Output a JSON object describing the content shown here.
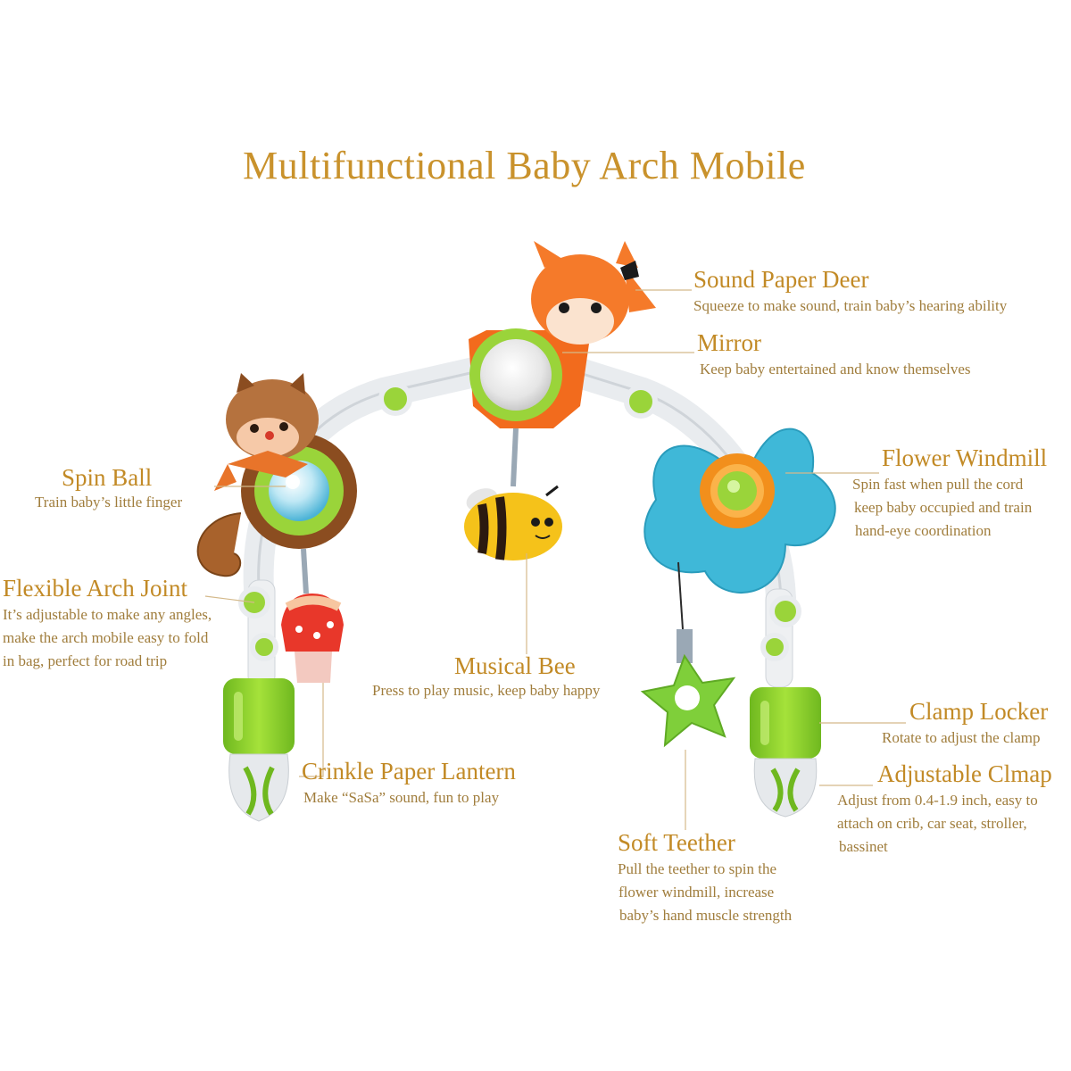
{
  "title": "Multifunctional Baby Arch Mobile",
  "features": {
    "sound_paper_deer": {
      "heading": "Sound Paper Deer",
      "desc": [
        "Squeeze to make sound, train baby’s hearing ability"
      ]
    },
    "mirror": {
      "heading": "Mirror",
      "desc": [
        "Keep baby entertained and know themselves"
      ]
    },
    "spin_ball": {
      "heading": "Spin Ball",
      "desc": [
        "Train baby’s little finger"
      ]
    },
    "flower_windmill": {
      "heading": "Flower Windmill",
      "desc": [
        "Spin fast when pull the cord",
        "keep baby occupied and train",
        "hand-eye coordination"
      ]
    },
    "flexible_arch_joint": {
      "heading": "Flexible Arch Joint",
      "desc": [
        "It’s adjustable to make any angles,",
        "make the arch mobile easy to fold",
        "in bag, perfect for road trip"
      ]
    },
    "musical_bee": {
      "heading": "Musical Bee",
      "desc": [
        "Press to play music, keep baby happy"
      ]
    },
    "clamp_locker": {
      "heading": "Clamp Locker",
      "desc": [
        "Rotate to adjust the clamp"
      ]
    },
    "crinkle_paper_lantern": {
      "heading": "Crinkle Paper Lantern",
      "desc": [
        "Make “SaSa” sound, fun to play"
      ]
    },
    "adjustable_clmap": {
      "heading": "Adjustable Clmap",
      "desc": [
        "Adjust from 0.4-1.9 inch, easy to",
        "attach on crib, car seat, stroller,",
        "bassinet"
      ]
    },
    "soft_teether": {
      "heading": "Soft Teether",
      "desc": [
        "Pull the teether to spin the",
        "flower windmill, increase",
        "baby’s hand muscle strength"
      ]
    }
  },
  "colors": {
    "title": "#c9922c",
    "heading": "#c28a26",
    "desc": "#a07d3c",
    "lime": "#8ed12d",
    "orange": "#f26b1d",
    "blue": "#3fb8d8",
    "brown": "#8b4d20"
  }
}
